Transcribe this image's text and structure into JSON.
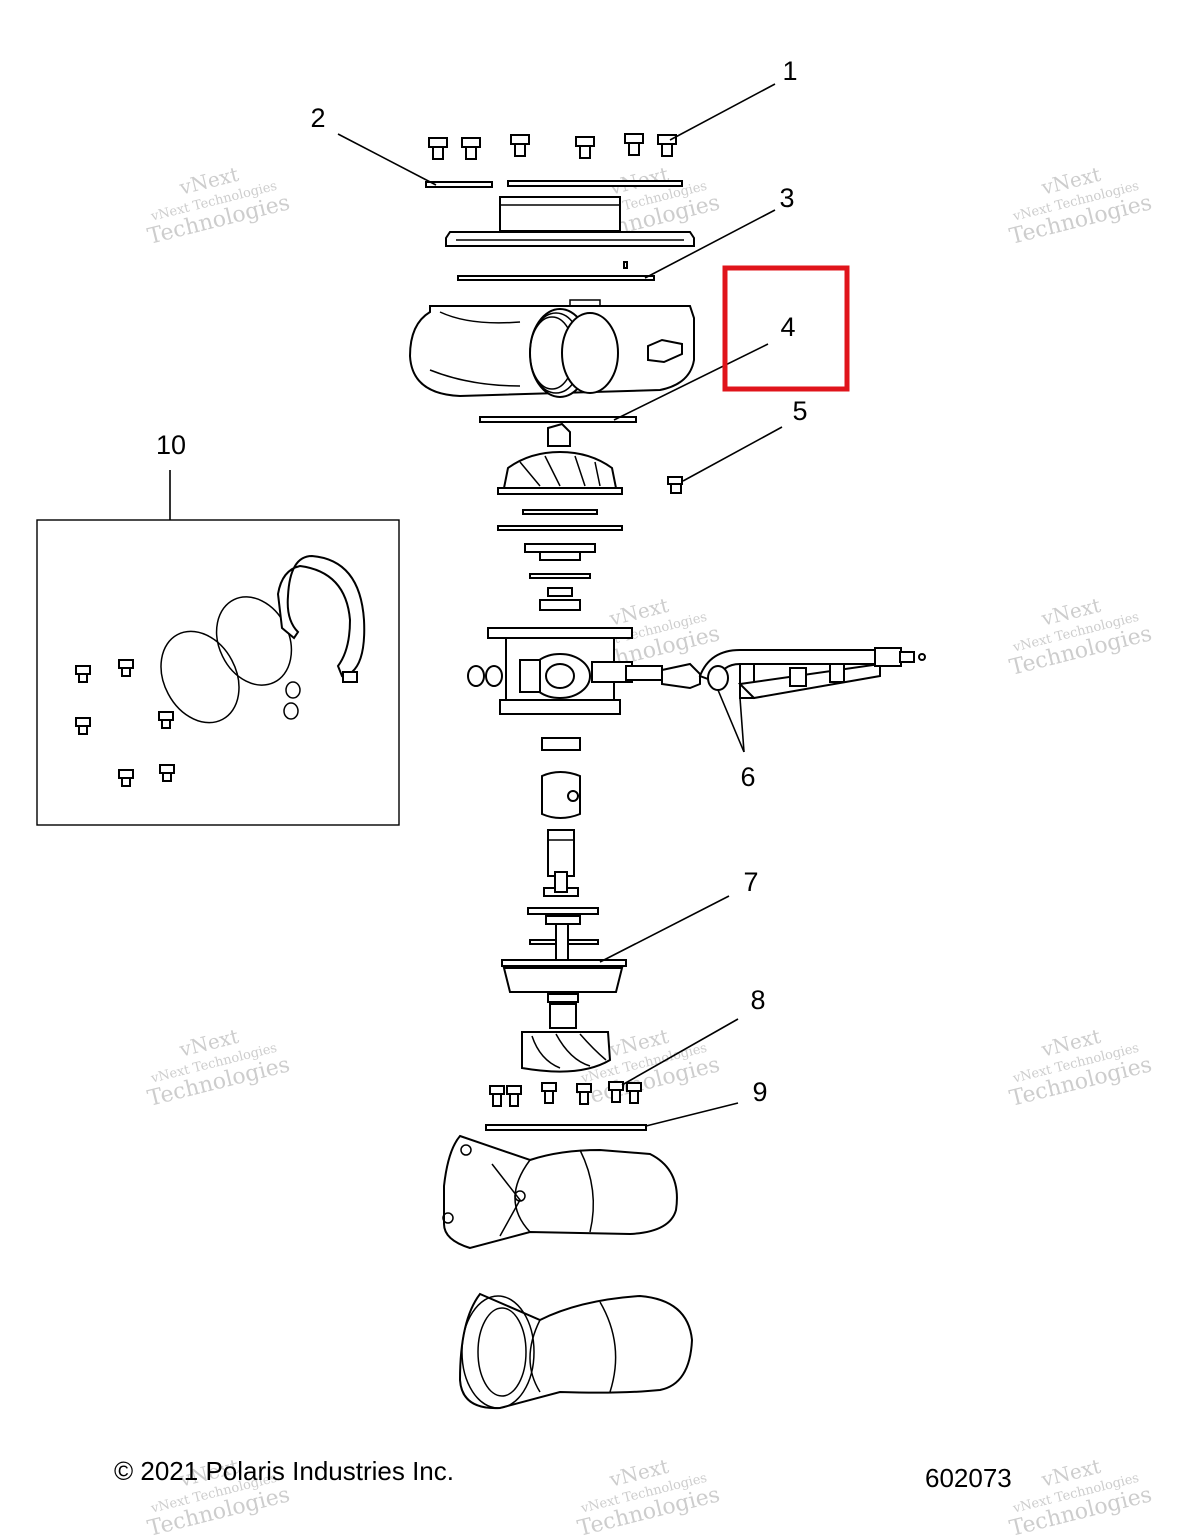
{
  "callouts": [
    {
      "id": "1",
      "label": "1"
    },
    {
      "id": "2",
      "label": "2"
    },
    {
      "id": "3",
      "label": "3"
    },
    {
      "id": "4",
      "label": "4"
    },
    {
      "id": "5",
      "label": "5"
    },
    {
      "id": "6",
      "label": "6"
    },
    {
      "id": "7",
      "label": "7"
    },
    {
      "id": "8",
      "label": "8"
    },
    {
      "id": "9",
      "label": "9"
    },
    {
      "id": "10",
      "label": "10"
    }
  ],
  "highlight": {
    "target_callout": "4",
    "color": "#e0141b"
  },
  "watermark": {
    "line1": "vNext",
    "line2": "vNext Technologies",
    "line3": "Technologies"
  },
  "footer": {
    "copyright": "© 2021 Polaris Industries Inc.",
    "diagram_number": "602073"
  }
}
